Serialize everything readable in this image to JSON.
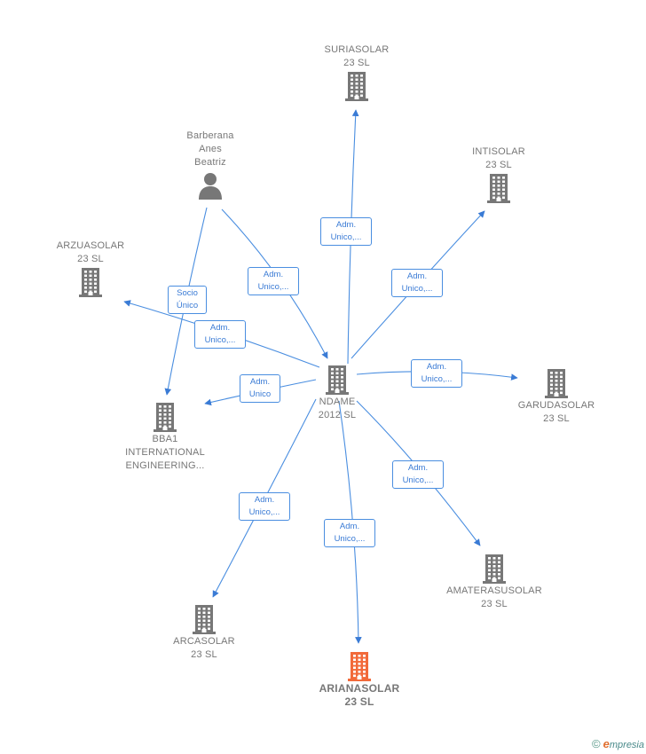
{
  "nodes": {
    "center": {
      "lines": [
        "NDAME",
        "2012  SL"
      ],
      "kind": "company",
      "color": "#777777"
    },
    "suriasolar": {
      "lines": [
        "SURIASOLAR",
        "23  SL"
      ],
      "kind": "company",
      "color": "#777777"
    },
    "intisolar": {
      "lines": [
        "INTISOLAR",
        "23  SL"
      ],
      "kind": "company",
      "color": "#777777"
    },
    "arzuasolar": {
      "lines": [
        "ARZUASOLAR",
        "23  SL"
      ],
      "kind": "company",
      "color": "#777777"
    },
    "garudasolar": {
      "lines": [
        "GARUDASOLAR",
        "23  SL"
      ],
      "kind": "company",
      "color": "#777777"
    },
    "bba1": {
      "lines": [
        "BBA1",
        "INTERNATIONAL",
        "ENGINEERING..."
      ],
      "kind": "company",
      "color": "#777777"
    },
    "amaterasusolar": {
      "lines": [
        "AMATERASUSOLAR",
        "23  SL"
      ],
      "kind": "company",
      "color": "#777777"
    },
    "arcasolar": {
      "lines": [
        "ARCASOLAR",
        "23  SL"
      ],
      "kind": "company",
      "color": "#777777"
    },
    "arianasolar": {
      "lines": [
        "ARIANASOLAR",
        "23  SL"
      ],
      "kind": "company",
      "color": "#f26a3a"
    },
    "barberana": {
      "lines": [
        "Barberana",
        "Anes",
        "Beatriz"
      ],
      "kind": "person",
      "color": "#777777"
    }
  },
  "edge_labels": {
    "suriasolar": [
      "Adm.",
      "Unico,..."
    ],
    "intisolar": [
      "Adm.",
      "Unico,..."
    ],
    "arzuasolar": [
      "Adm.",
      "Unico,..."
    ],
    "garudasolar": [
      "Adm.",
      "Unico,..."
    ],
    "bba1": [
      "Adm.",
      "Unico"
    ],
    "amaterasusolar": [
      "Adm.",
      "Unico,..."
    ],
    "arcasolar": [
      "Adm.",
      "Unico,..."
    ],
    "arianasolar": [
      "Adm.",
      "Unico,..."
    ],
    "barberana_center": [
      "Adm.",
      "Unico,..."
    ],
    "barberana_bba1": [
      "Socio",
      "Único"
    ]
  },
  "edge_color": "#4a8ee0",
  "footer": {
    "copyright": "©",
    "brand_initial": "e",
    "brand_rest": "mpresia"
  }
}
